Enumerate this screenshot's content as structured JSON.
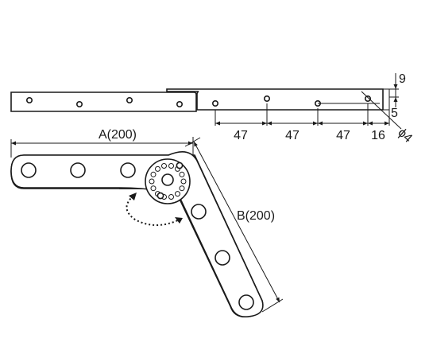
{
  "drawing": {
    "dim_a": "A(200)",
    "dim_b": "B(200)",
    "pitch": [
      "47",
      "47",
      "47"
    ],
    "end_offset": "16",
    "thickness": "9",
    "edge_offset": "5",
    "hole_dia": "ϕ4"
  }
}
